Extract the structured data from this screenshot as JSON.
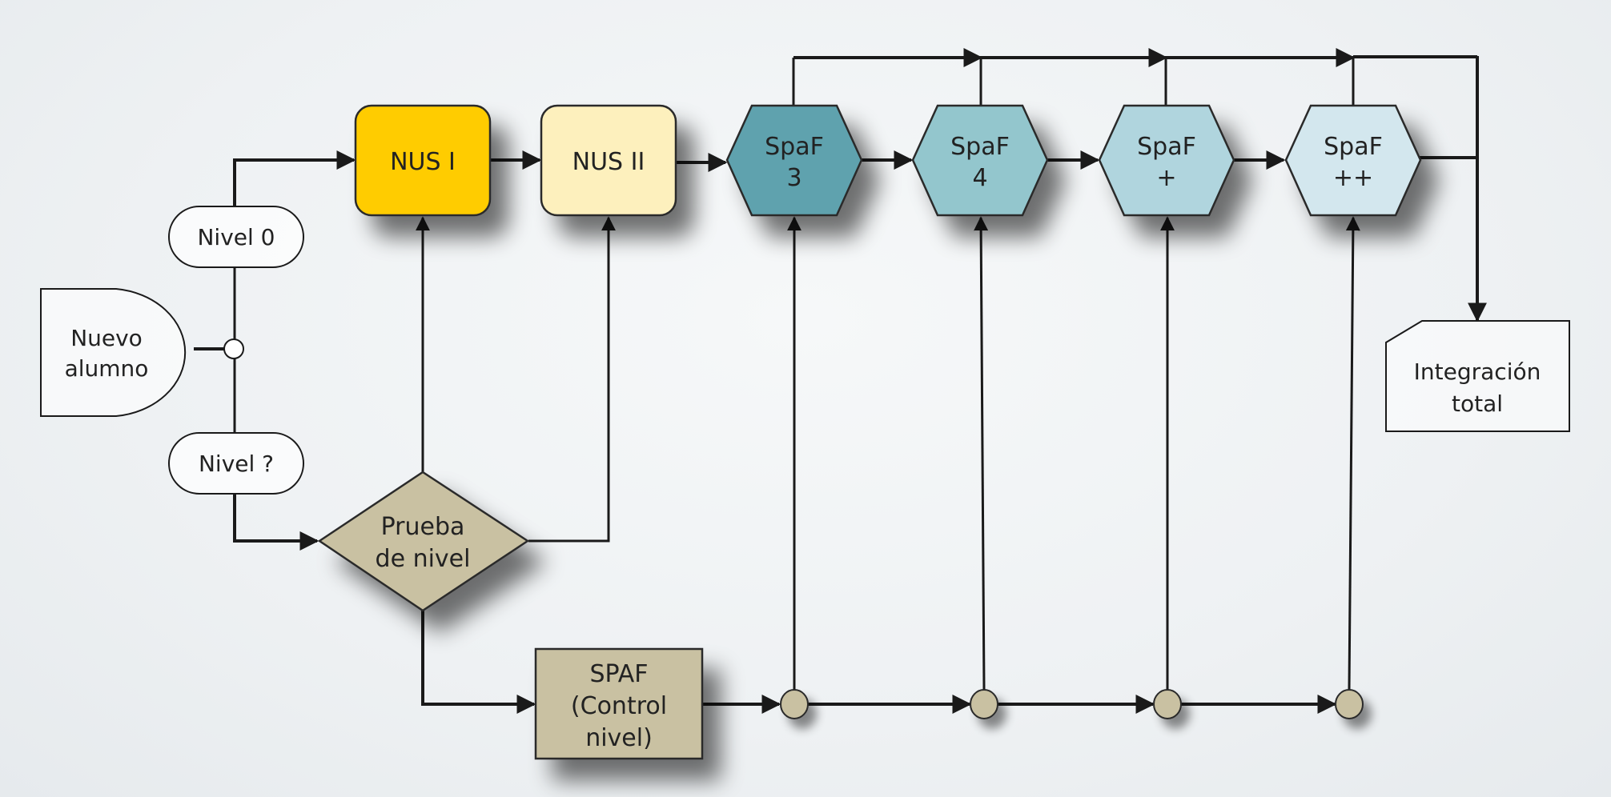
{
  "diagram": {
    "title": "",
    "colors": {
      "nus1": "#ffcc00",
      "nus2": "#fdf0bd",
      "spaf3": "#5ea2ae",
      "spaf4": "#93c6cd",
      "spafplus": "#b0d5de",
      "spafplusplus": "#d3e7ee",
      "tan": "#c9c1a2",
      "white": "#ffffff",
      "line": "#1a1a1a"
    },
    "nodes": {
      "nuevo_alumno": {
        "line1": "Nuevo",
        "line2": "alumno"
      },
      "nivel0": {
        "label": "Nivel 0"
      },
      "nivel_q": {
        "label": "Nivel ?"
      },
      "nus1": {
        "label": "NUS I"
      },
      "nus2": {
        "label": "NUS II"
      },
      "spaf3": {
        "line1": "SpaF",
        "line2": "3"
      },
      "spaf4": {
        "line1": "SpaF",
        "line2": "4"
      },
      "spafplus": {
        "line1": "SpaF",
        "line2": "+"
      },
      "spafplusplus": {
        "line1": "SpaF",
        "line2": "++"
      },
      "prueba": {
        "line1": "Prueba",
        "line2": "de nivel"
      },
      "spaf_control": {
        "line1": "SPAF",
        "line2": "(Control",
        "line3": "nivel)"
      },
      "integracion": {
        "line1": "Integración",
        "line2": "total"
      }
    },
    "connections": [
      {
        "from": "nuevo_alumno",
        "to": "junction"
      },
      {
        "from": "junction",
        "to": "nivel0"
      },
      {
        "from": "nivel0",
        "to": "nus1"
      },
      {
        "from": "junction",
        "to": "nivel_q"
      },
      {
        "from": "nivel_q",
        "to": "prueba"
      },
      {
        "from": "prueba",
        "to": "nus1"
      },
      {
        "from": "prueba",
        "to": "nus2"
      },
      {
        "from": "prueba",
        "to": "spaf_control"
      },
      {
        "from": "nus1",
        "to": "nus2"
      },
      {
        "from": "nus2",
        "to": "spaf3"
      },
      {
        "from": "spaf3",
        "to": "spaf4"
      },
      {
        "from": "spaf4",
        "to": "spafplus"
      },
      {
        "from": "spafplus",
        "to": "spafplusplus"
      },
      {
        "from": "spafplusplus",
        "to": "integracion"
      },
      {
        "from": "spaf3",
        "to": "integracion",
        "via": "top-bus"
      },
      {
        "from": "spaf4",
        "to": "integracion",
        "via": "top-bus"
      },
      {
        "from": "spafplus",
        "to": "integracion",
        "via": "top-bus"
      },
      {
        "from": "spaf_control",
        "to": "spaf3",
        "via": "control-node-1"
      },
      {
        "from": "spaf_control",
        "to": "spaf4",
        "via": "control-node-2"
      },
      {
        "from": "spaf_control",
        "to": "spafplus",
        "via": "control-node-3"
      },
      {
        "from": "spaf_control",
        "to": "spafplusplus",
        "via": "control-node-4"
      }
    ]
  }
}
